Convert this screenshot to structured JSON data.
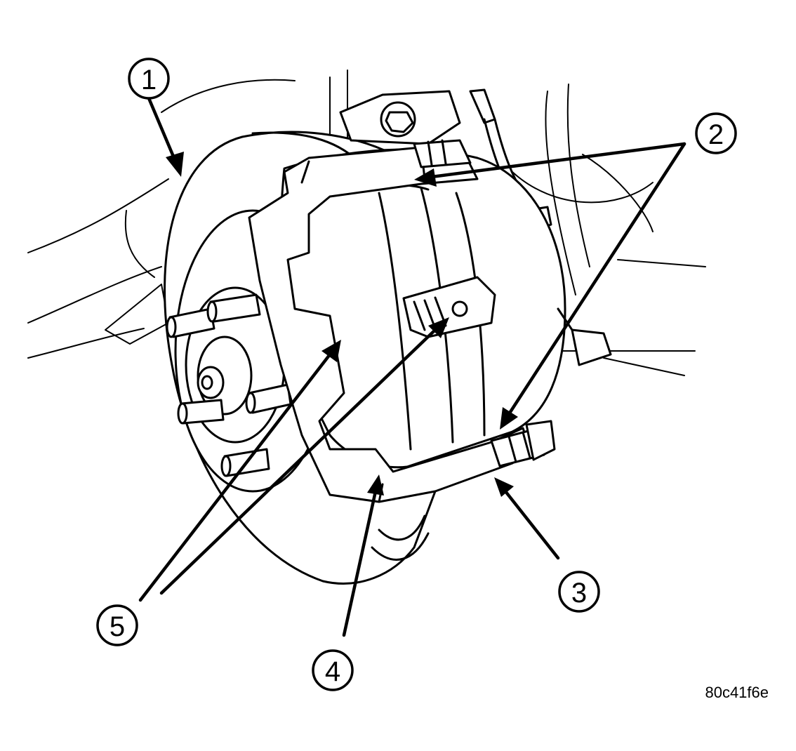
{
  "callouts": [
    {
      "id": "callout-1",
      "label": "1"
    },
    {
      "id": "callout-2",
      "label": "2"
    },
    {
      "id": "callout-3",
      "label": "3"
    },
    {
      "id": "callout-4",
      "label": "4"
    },
    {
      "id": "callout-5",
      "label": "5"
    }
  ],
  "figure_id": "80c41f6e"
}
